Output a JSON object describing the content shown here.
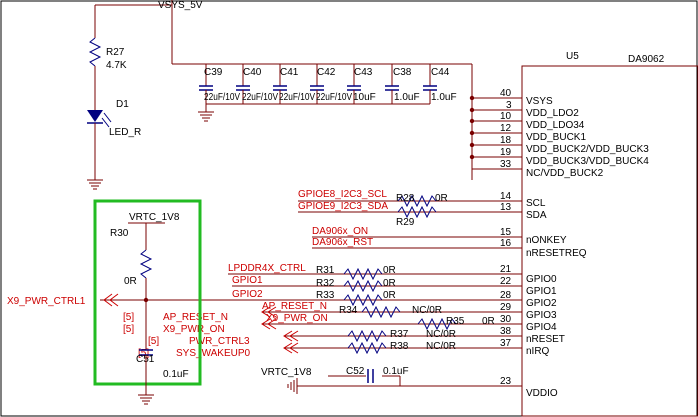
{
  "power": {
    "vsys": "VSYS_5V",
    "vrtc1": "VRTC_1V8",
    "vrtc2": "VRTC_1V8"
  },
  "chip": {
    "ref": "U5",
    "part": "DA9062",
    "pins": [
      {
        "num": "40",
        "name": "VSYS"
      },
      {
        "num": "3",
        "name": "VDD_LDO2"
      },
      {
        "num": "10",
        "name": "VDD_LDO34"
      },
      {
        "num": "12",
        "name": "VDD_BUCK1"
      },
      {
        "num": "18",
        "name": "VDD_BUCK2/VDD_BUCK3"
      },
      {
        "num": "19",
        "name": "VDD_BUCK3/VDD_BUCK4"
      },
      {
        "num": "33",
        "name": "NC/VDD_BUCK2"
      },
      {
        "num": "14",
        "name": "SCL"
      },
      {
        "num": "13",
        "name": "SDA"
      },
      {
        "num": "15",
        "name": "nONKEY"
      },
      {
        "num": "16",
        "name": "nRESETREQ"
      },
      {
        "num": "21",
        "name": "GPIO0"
      },
      {
        "num": "22",
        "name": "GPIO1"
      },
      {
        "num": "28",
        "name": "GPIO2"
      },
      {
        "num": "29",
        "name": "GPIO3"
      },
      {
        "num": "30",
        "name": "GPIO4"
      },
      {
        "num": "38",
        "name": "nRESET"
      },
      {
        "num": "37",
        "name": "nIRQ"
      },
      {
        "num": "23",
        "name": "VDDIO"
      }
    ]
  },
  "r27": {
    "ref": "R27",
    "value": "4.7K"
  },
  "d1": {
    "ref": "D1",
    "value": "LED_R"
  },
  "caps": [
    {
      "ref": "C39",
      "value": "22uF/10V"
    },
    {
      "ref": "C40",
      "value": "22uF/10V"
    },
    {
      "ref": "C41",
      "value": "22uF/10V"
    },
    {
      "ref": "C42",
      "value": "22uF/10V"
    },
    {
      "ref": "C43",
      "value": "10uF"
    },
    {
      "ref": "C38",
      "value": "1.0uF"
    },
    {
      "ref": "C44",
      "value": "1.0uF"
    }
  ],
  "nets": {
    "gpioe8": "GPIOE8_I2C3_SCL",
    "gpioe9": "GPIOE9_I2C3_SDA",
    "on": "DA906x_ON",
    "rst": "DA906x_RST",
    "lpddr": "LPDDR4X_CTRL",
    "gpio1": "GPIO1",
    "gpio2": "GPIO2",
    "ap_reset": "AP_RESET_N",
    "x9_pwr_on": "X9_PWR_ON",
    "pwr_ctrl3": "PWR_CTRL3",
    "sys_wakeup": "SYS_WAKEUP0",
    "x9_pwr_ctrl1": "X9_PWR_CTRL1",
    "sheet": "[5]"
  },
  "r28": {
    "ref": "R28",
    "value": "0R"
  },
  "r29": {
    "ref": "R29"
  },
  "r30": {
    "ref": "R30",
    "value": "0R"
  },
  "r31": {
    "ref": "R31",
    "value": "0R"
  },
  "r32": {
    "ref": "R32",
    "value": "0R"
  },
  "r33": {
    "ref": "R33",
    "value": "0R"
  },
  "r34": {
    "ref": "R34",
    "value": "NC/0R"
  },
  "r35": {
    "ref": "R35",
    "value": "0R"
  },
  "r37": {
    "ref": "R37",
    "value": "NC/0R"
  },
  "r38": {
    "ref": "R38",
    "value": "NC/0R"
  },
  "c51": {
    "ref": "C51",
    "value": "0.1uF"
  },
  "c52": {
    "ref": "C52",
    "value": "0.1uF"
  },
  "colors": {
    "wire": "#7a0000",
    "label": "#cc0000",
    "part": "#000080",
    "highlight": "#22bb22"
  }
}
